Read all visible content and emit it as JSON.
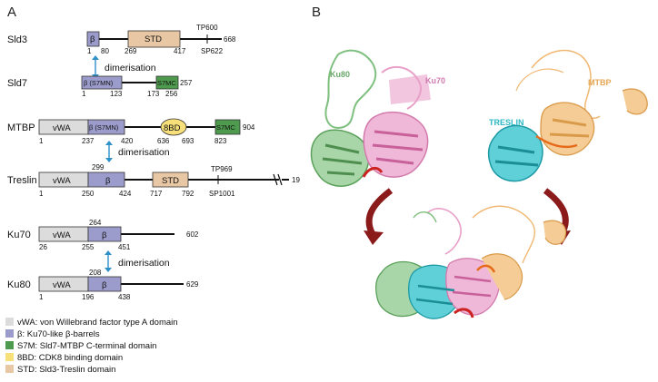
{
  "panels": {
    "a": "A",
    "b": "B"
  },
  "colors": {
    "vwa": "#dcdcdc",
    "beta": "#9c9ccc",
    "s7m": "#4e9a4e",
    "bd8": "#f7e07a",
    "std": "#e8c7a4",
    "ku80": "#7fbf7f",
    "ku70": "#e8a0c8",
    "treslin": "#2bb8c4",
    "mtbp": "#f0b872",
    "arrow": "#8b1a1a",
    "dimer_arrow": "#2f8fc9"
  },
  "sld3": {
    "name": "Sld3",
    "beta": "β",
    "std": "STD",
    "n1": "1",
    "n80": "80",
    "n269": "269",
    "n417": "417",
    "tp": "TP600",
    "sp": "SP622",
    "end": "668"
  },
  "dim1": "dimerisation",
  "sld7": {
    "name": "Sld7",
    "beta": "β (S7MN)",
    "s7mc": "S7MC",
    "n1": "1",
    "n123": "123",
    "n173": "173",
    "n256": "256",
    "end": "257"
  },
  "mtbp": {
    "name": "MTBP",
    "vwa": "vWA",
    "beta": "β (S7MN)",
    "bd": "8BD",
    "s7mc": "S7MC",
    "n1": "1",
    "n237": "237",
    "n420": "420",
    "n636": "636",
    "n693": "693",
    "n823": "823",
    "end": "904"
  },
  "dim2": "dimerisation",
  "treslin": {
    "name": "Treslin",
    "vwa": "vWA",
    "beta": "β",
    "std": "STD",
    "n299": "299",
    "n1": "1",
    "n250": "250",
    "n424": "424",
    "n717": "717",
    "n792": "792",
    "tp": "TP969",
    "sp": "SP1001",
    "end": "19"
  },
  "ku70": {
    "name": "Ku70",
    "vwa": "vWA",
    "beta": "β",
    "n264": "264",
    "n26": "26",
    "n255": "255",
    "n451": "451",
    "end": "602"
  },
  "dim3": "dimerisation",
  "ku80": {
    "name": "Ku80",
    "vwa": "vWA",
    "beta": "β",
    "n208": "208",
    "n1": "1",
    "n196": "196",
    "n438": "438",
    "end": "629"
  },
  "legend": [
    "vWA: von Willebrand factor type A domain",
    "β: Ku70-like β-barrels",
    "S7M: Sld7-MTBP C-terminal domain",
    "8BD: CDK8 binding domain",
    "STD: Sld3-Treslin domain"
  ],
  "structures": {
    "ku80": "Ku80",
    "ku70": "Ku70",
    "treslin": "TRESLIN",
    "mtbp": "MTBP"
  }
}
